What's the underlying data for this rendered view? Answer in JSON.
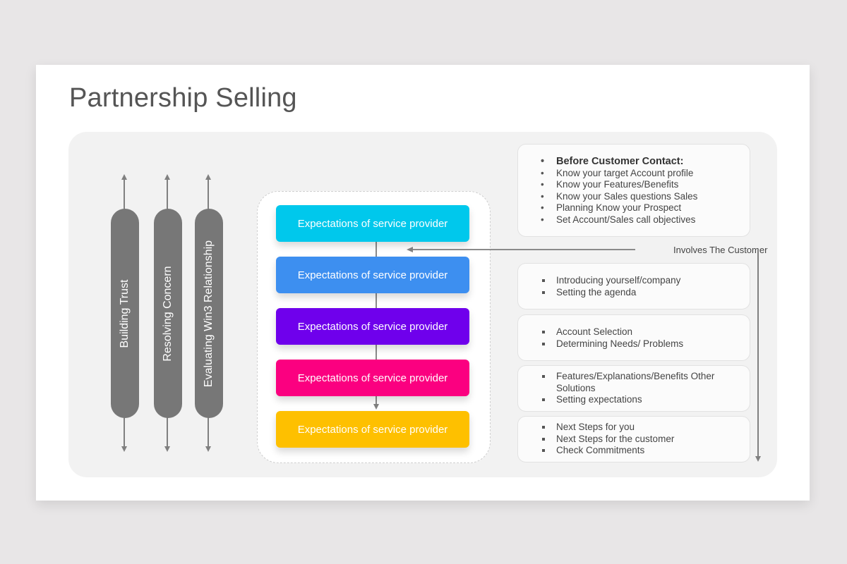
{
  "title": "Partnership Selling",
  "pillars": [
    {
      "label": "Building Trust"
    },
    {
      "label": "Resolving Concern"
    },
    {
      "label": "Evaluating Win3 Relationship"
    }
  ],
  "steps": [
    {
      "label": "Expectations of service provider",
      "color": "#00c8ec"
    },
    {
      "label": "Expectations of service provider",
      "color": "#3d8ff0"
    },
    {
      "label": "Expectations of service provider",
      "color": "#6f00ec"
    },
    {
      "label": "Expectations of service provider",
      "color": "#fb0080"
    },
    {
      "label": "Expectations of service provider",
      "color": "#fec000"
    }
  ],
  "involves_label": "Involves The Customer",
  "cards": [
    {
      "bullet": "round",
      "items": [
        "Before Customer Contact:",
        "Know your target Account profile",
        "Know your Features/Benefits",
        "Know your Sales questions Sales",
        "Planning Know your Prospect",
        "Set Account/Sales call objectives"
      ]
    },
    {
      "bullet": "square",
      "items": [
        "Introducing yourself/company",
        "Setting the agenda"
      ]
    },
    {
      "bullet": "square",
      "items": [
        "Account Selection",
        "Determining Needs/ Problems"
      ]
    },
    {
      "bullet": "square",
      "items": [
        "Features/Explanations/Benefits Other Solutions",
        "Setting expectations"
      ]
    },
    {
      "bullet": "square",
      "items": [
        "Next Steps for you",
        "Next Steps for the customer",
        "Check Commitments"
      ]
    }
  ]
}
